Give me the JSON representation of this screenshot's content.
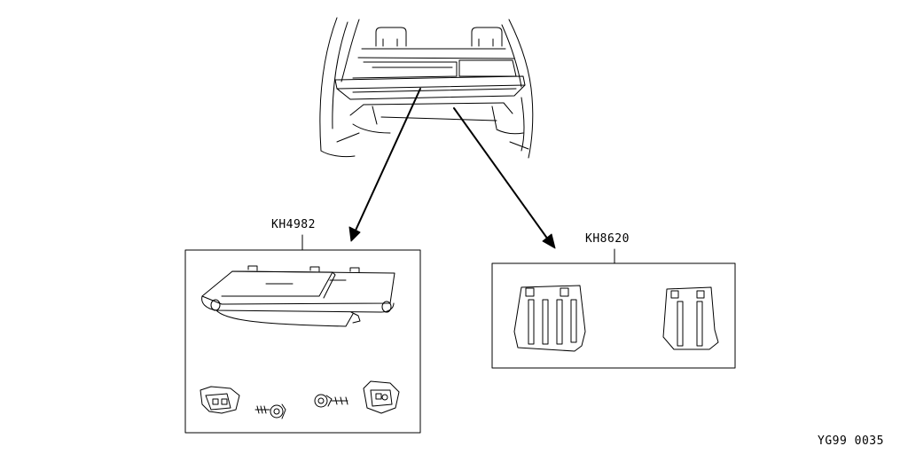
{
  "parts": [
    {
      "part_number": "KH4982"
    },
    {
      "part_number": "KH8620"
    }
  ],
  "figure_code": "YG99 0035"
}
